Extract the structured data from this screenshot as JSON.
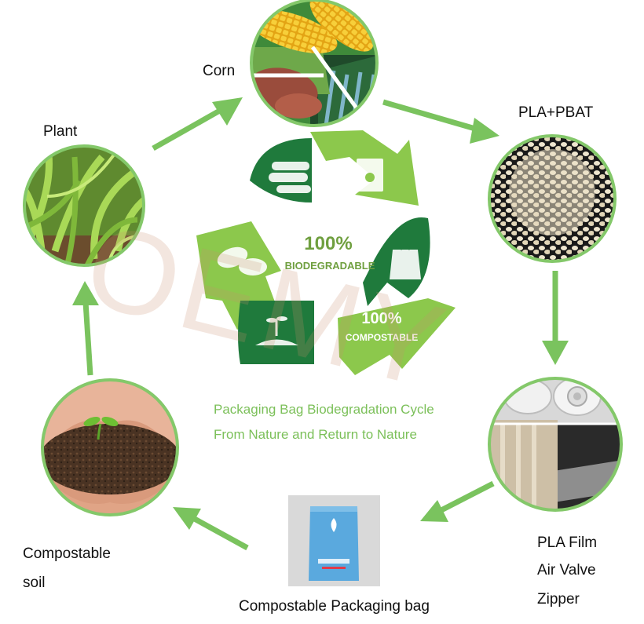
{
  "labels": {
    "corn": "Corn",
    "plant": "Plant",
    "pla_pbat": "PLA+PBAT",
    "soil_line1": "Compostable",
    "soil_line2": "soil",
    "bag": "Compostable Packaging bag",
    "film": "PLA Film",
    "valve": "Air Valve",
    "zipper": "Zipper"
  },
  "caption": {
    "line1": "Packaging Bag Biodegradation Cycle",
    "line2": "From Nature and Return to Nature"
  },
  "badges": {
    "biodegradable_pct": "100%",
    "biodegradable": "BIODEGRADABLE",
    "compostable_pct": "100%",
    "compostable": "COMPOSTABLE"
  },
  "watermark": "OEMY",
  "colors": {
    "ring": "#84c86a",
    "arrow": "#7ac35e",
    "recycle_light": "#8cc84c",
    "recycle_dark": "#1f7a3c",
    "text": "#6f9f3f",
    "caption": "#7cc05a"
  }
}
